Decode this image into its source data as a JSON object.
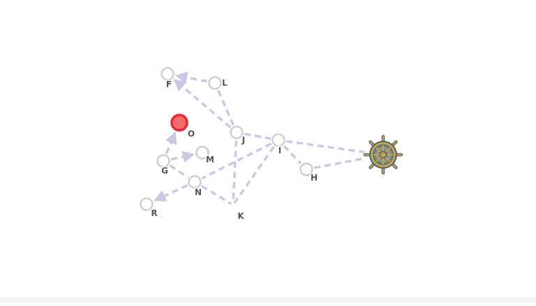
{
  "diagram": {
    "nodes": [
      {
        "id": "F",
        "label": "F",
        "state": "default"
      },
      {
        "id": "L",
        "label": "L",
        "state": "default"
      },
      {
        "id": "O",
        "label": "O",
        "state": "active"
      },
      {
        "id": "M",
        "label": "M",
        "state": "default"
      },
      {
        "id": "G",
        "label": "G",
        "state": "default"
      },
      {
        "id": "J",
        "label": "J",
        "state": "default"
      },
      {
        "id": "I",
        "label": "I",
        "state": "default"
      },
      {
        "id": "H",
        "label": "H",
        "state": "default"
      },
      {
        "id": "N",
        "label": "N",
        "state": "default"
      },
      {
        "id": "R",
        "label": "R",
        "state": "default"
      },
      {
        "id": "K",
        "label": "K",
        "state": "label-only"
      },
      {
        "id": "HELM",
        "label": "",
        "state": "helm-icon"
      }
    ],
    "edges": [
      {
        "from": "L",
        "to": "F",
        "arrow": true
      },
      {
        "from": "J",
        "to": "F",
        "arrow": true
      },
      {
        "from": "J",
        "to": "L",
        "arrow": false
      },
      {
        "from": "J",
        "to": "I",
        "arrow": false
      },
      {
        "from": "J",
        "to": "K",
        "arrow": false
      },
      {
        "from": "I",
        "to": "N",
        "arrow": false
      },
      {
        "from": "I",
        "to": "K",
        "arrow": false
      },
      {
        "from": "I",
        "to": "H",
        "arrow": false
      },
      {
        "from": "I",
        "to": "HELM",
        "arrow": false
      },
      {
        "from": "H",
        "to": "HELM",
        "arrow": false
      },
      {
        "from": "G",
        "to": "O",
        "arrow": true
      },
      {
        "from": "G",
        "to": "M",
        "arrow": true
      },
      {
        "from": "G",
        "to": "N",
        "arrow": false
      },
      {
        "from": "N",
        "to": "R",
        "arrow": true
      },
      {
        "from": "N",
        "to": "K",
        "arrow": false
      }
    ],
    "colors": {
      "edge": "#c9c9e6",
      "node_stroke": "#cfcfcf",
      "active_fill": "#f56b73",
      "active_stroke": "#e82a2f",
      "helm_gold": "#c9a24a",
      "helm_dark": "#4a6670",
      "label": "#555555"
    },
    "helm_icon": "ship-wheel-icon"
  }
}
